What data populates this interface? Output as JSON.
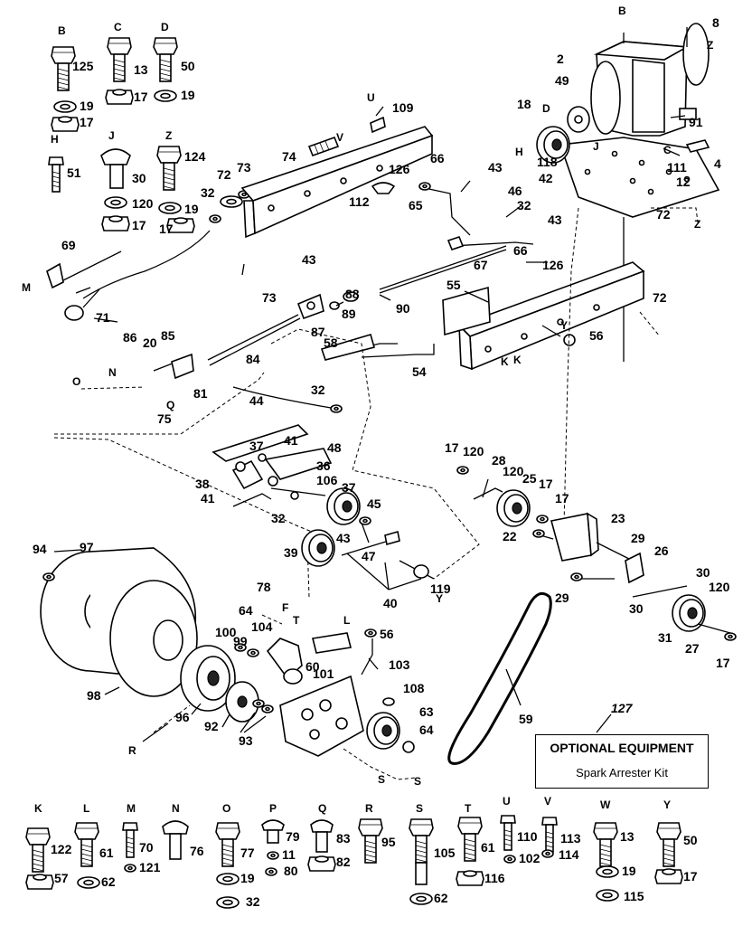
{
  "callouts": [
    "125",
    "13",
    "50",
    "19",
    "17",
    "17",
    "19",
    "51",
    "30",
    "124",
    "120",
    "19",
    "17",
    "17",
    "32",
    "72",
    "73",
    "74",
    "109",
    "126",
    "66",
    "43",
    "112",
    "65",
    "46",
    "42",
    "32",
    "43",
    "66",
    "126",
    "67",
    "18",
    "49",
    "118",
    "2",
    "8",
    "91",
    "4",
    "111",
    "12",
    "72",
    "69",
    "71",
    "43",
    "73",
    "88",
    "89",
    "87",
    "90",
    "55",
    "72",
    "56",
    "84",
    "86",
    "20",
    "85",
    "81",
    "58",
    "54",
    "75",
    "44",
    "32",
    "37",
    "41",
    "48",
    "38",
    "36",
    "106",
    "37",
    "45",
    "41",
    "32",
    "43",
    "39",
    "47",
    "40",
    "119",
    "17",
    "120",
    "28",
    "120",
    "25",
    "17",
    "17",
    "23",
    "22",
    "29",
    "26",
    "29",
    "30",
    "30",
    "120",
    "31",
    "27",
    "17",
    "94",
    "97",
    "98",
    "96",
    "100",
    "64",
    "99",
    "104",
    "78",
    "60",
    "101",
    "56",
    "103",
    "108",
    "63",
    "64",
    "92",
    "93",
    "59"
  ],
  "letters": [
    "B",
    "C",
    "D",
    "H",
    "J",
    "Z",
    "U",
    "V",
    "B",
    "Z",
    "D",
    "H",
    "J",
    "C",
    "Z",
    "M",
    "N",
    "O",
    "Q",
    "Y",
    "K",
    "K",
    "Y",
    "R",
    "F",
    "T",
    "L",
    "S",
    "S"
  ],
  "optional": {
    "number": "127",
    "title": "OPTIONAL EQUIPMENT",
    "subtitle": "Spark Arrester Kit"
  },
  "legend": [
    {
      "letter": "K",
      "parts": [
        "122",
        "57"
      ]
    },
    {
      "letter": "L",
      "parts": [
        "61",
        "62"
      ]
    },
    {
      "letter": "M",
      "parts": [
        "70",
        "121"
      ]
    },
    {
      "letter": "N",
      "parts": [
        "76"
      ]
    },
    {
      "letter": "O",
      "parts": [
        "77",
        "19",
        "32"
      ]
    },
    {
      "letter": "P",
      "parts": [
        "79",
        "11",
        "80"
      ]
    },
    {
      "letter": "Q",
      "parts": [
        "83",
        "82"
      ]
    },
    {
      "letter": "R",
      "parts": [
        "95"
      ]
    },
    {
      "letter": "S",
      "parts": [
        "105",
        "62"
      ]
    },
    {
      "letter": "T",
      "parts": [
        "61",
        "116"
      ]
    },
    {
      "letter": "U",
      "parts": [
        "110",
        "102"
      ]
    },
    {
      "letter": "V",
      "parts": [
        "113",
        "114"
      ]
    },
    {
      "letter": "W",
      "parts": [
        "13",
        "19",
        "115"
      ]
    },
    {
      "letter": "Y",
      "parts": [
        "50",
        "17"
      ]
    }
  ]
}
